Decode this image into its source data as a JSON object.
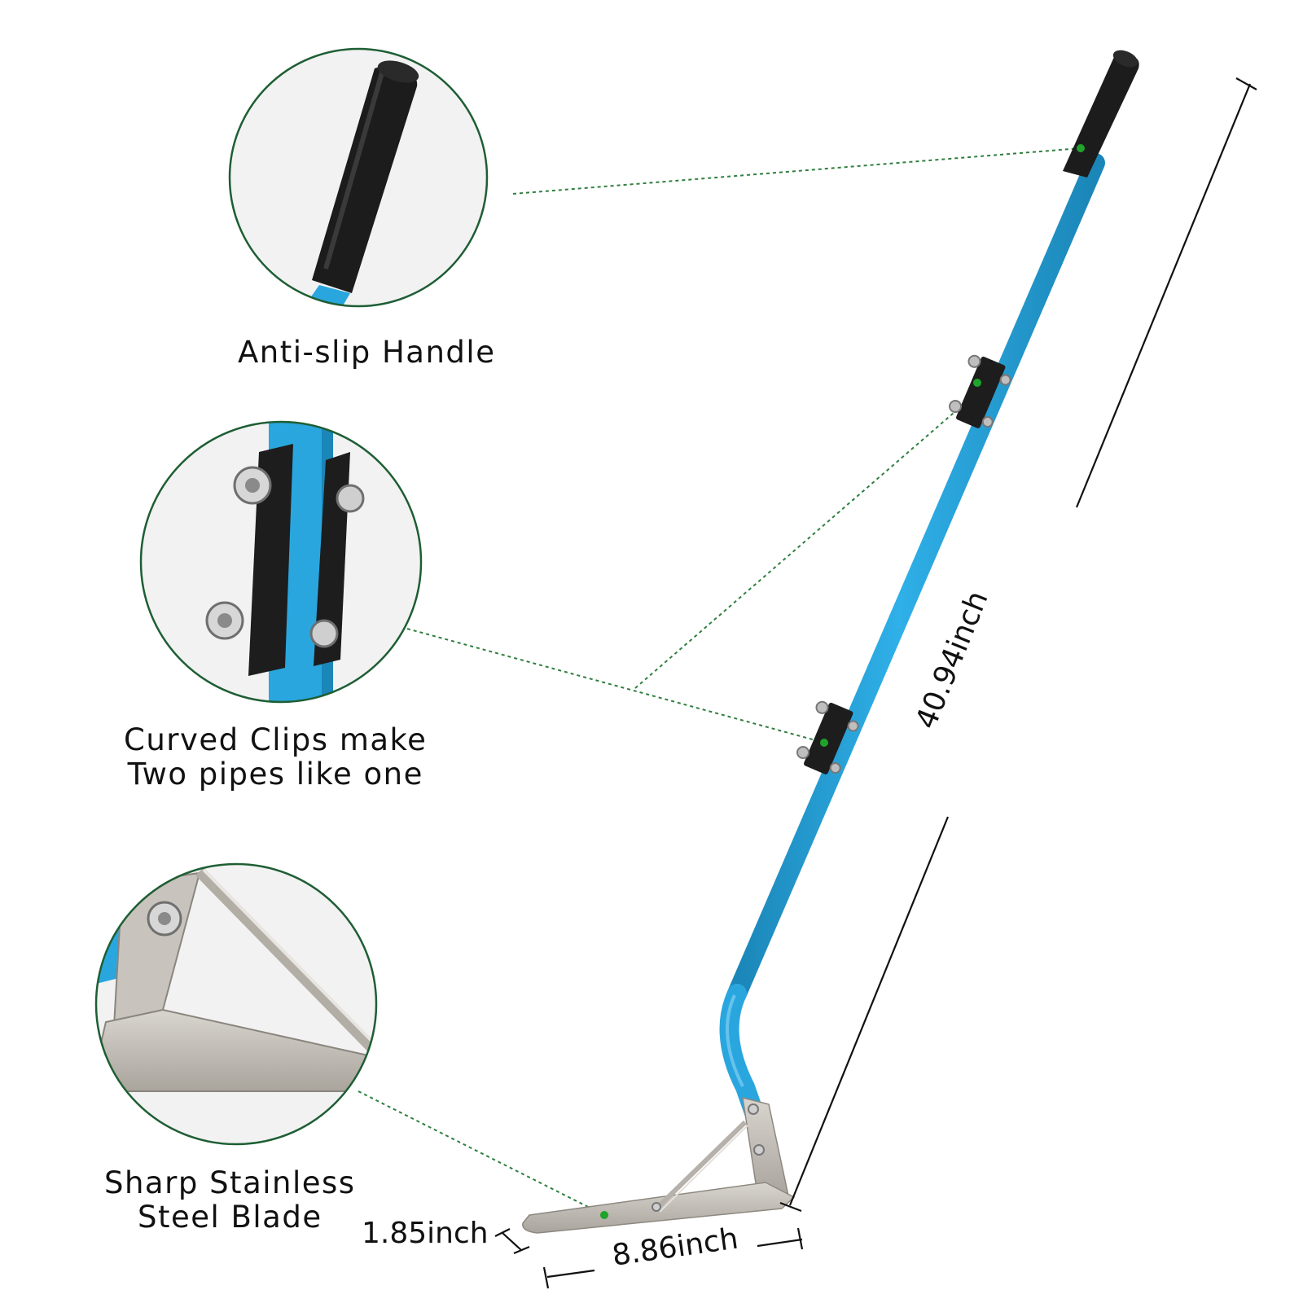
{
  "features": {
    "handle": {
      "caption": "Anti-slip Handle"
    },
    "clips": {
      "caption_line1": "Curved Clips make",
      "caption_line2": "Two pipes like one"
    },
    "blade": {
      "caption_line1": "Sharp Stainless",
      "caption_line2": "Steel Blade"
    }
  },
  "dimensions": {
    "length": "40.94inch",
    "blade_width": "8.86inch",
    "blade_height": "1.85inch"
  },
  "colors": {
    "shaft": "#2aa6df",
    "shaft_dark": "#1b86b8",
    "grip": "#1a1a1a",
    "steel": "#c9c4bd",
    "steel_dark": "#9a958e",
    "callout_ring": "#1e5e34",
    "leader_line": "#2f7f3f",
    "dot": "#1fa32b"
  },
  "icons": {
    "handle_detail": "grip-handle-icon",
    "clip_detail": "pipe-clip-icon",
    "blade_detail": "stainless-blade-icon"
  }
}
